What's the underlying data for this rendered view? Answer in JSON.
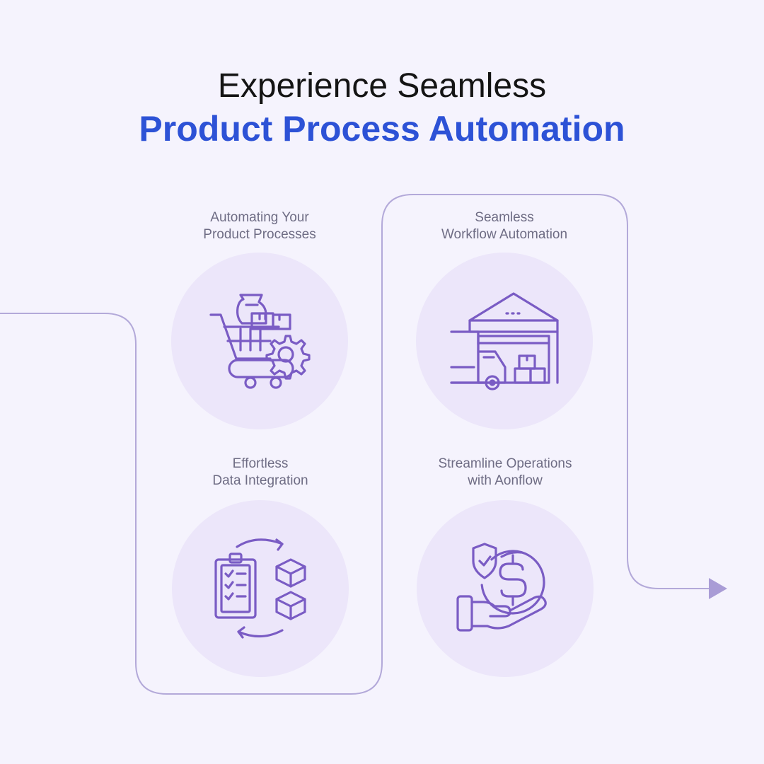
{
  "heading": {
    "line1": "Experience Seamless",
    "line2": "Product Process Automation"
  },
  "colors": {
    "background": "#f5f3fd",
    "accent": "#2d52d6",
    "icon_stroke": "#7a5cc4",
    "circle_fill": "#ece6fa",
    "connector": "#b3a9d9"
  },
  "steps": [
    {
      "line1": "Automating Your",
      "line2": "Product Processes",
      "icon": "shopping-cart-gear-icon"
    },
    {
      "line1": "Seamless",
      "line2": "Workflow Automation",
      "icon": "warehouse-truck-icon"
    },
    {
      "line1": "Effortless",
      "line2": "Data Integration",
      "icon": "clipboard-boxes-sync-icon"
    },
    {
      "line1": "Streamline Operations",
      "line2": "with Aonflow",
      "icon": "hand-coin-shield-icon"
    }
  ]
}
